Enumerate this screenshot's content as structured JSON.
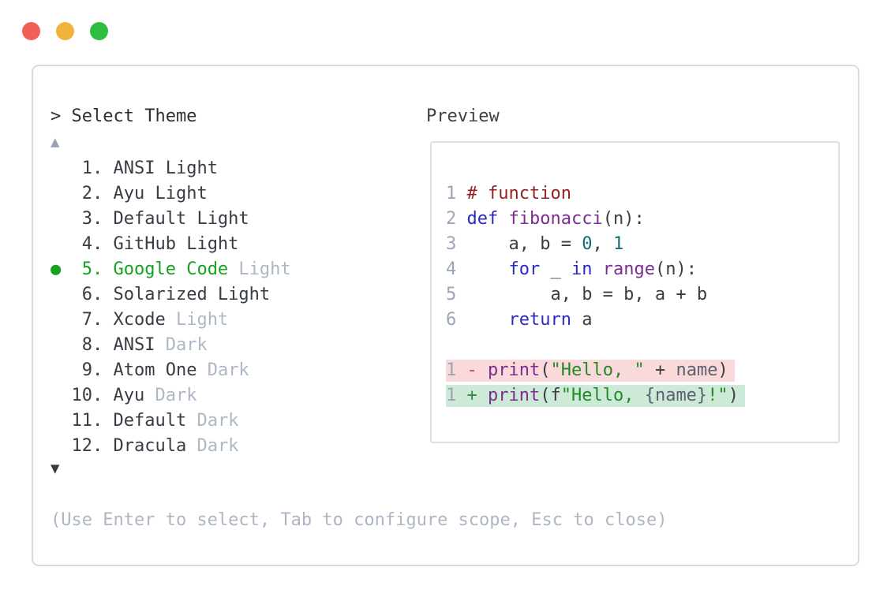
{
  "window": {
    "traffic_lights": [
      {
        "name": "close",
        "color": "#f15f57"
      },
      {
        "name": "minimize",
        "color": "#f1b43a"
      },
      {
        "name": "zoom",
        "color": "#2dbe41"
      }
    ]
  },
  "theme_picker": {
    "prompt": "> Select Theme",
    "scroll_up_indicator": "▲",
    "scroll_down_indicator": "▼",
    "selected_marker": "●",
    "selected_item": "Google Code Light",
    "items": [
      {
        "prefix": "   1. ",
        "label": "ANSI Light",
        "suffix": "",
        "selected": false
      },
      {
        "prefix": "   2. ",
        "label": "Ayu Light",
        "suffix": "",
        "selected": false
      },
      {
        "prefix": "   3. ",
        "label": "Default Light",
        "suffix": "",
        "selected": false
      },
      {
        "prefix": "   4. ",
        "label": "GitHub Light",
        "suffix": "",
        "selected": false
      },
      {
        "prefix": "●  5. ",
        "label": "Google Code",
        "suffix": " Light",
        "selected": true
      },
      {
        "prefix": "   6. ",
        "label": "Solarized Light",
        "suffix": "",
        "selected": false
      },
      {
        "prefix": "   7. ",
        "label": "Xcode",
        "suffix": " Light",
        "selected": false
      },
      {
        "prefix": "   8. ",
        "label": "ANSI",
        "suffix": " Dark",
        "selected": false
      },
      {
        "prefix": "   9. ",
        "label": "Atom One",
        "suffix": " Dark",
        "selected": false
      },
      {
        "prefix": "  10. ",
        "label": "Ayu",
        "suffix": " Dark",
        "selected": false
      },
      {
        "prefix": "  11. ",
        "label": "Default",
        "suffix": " Dark",
        "selected": false
      },
      {
        "prefix": "  12. ",
        "label": "Dracula",
        "suffix": " Dark",
        "selected": false
      }
    ],
    "hint": "(Use Enter to select, Tab to configure scope, Esc to close)"
  },
  "preview": {
    "label": "Preview",
    "code_lines": [
      {
        "tokens": [
          [
            "num",
            "1 "
          ],
          [
            "com",
            "# function"
          ]
        ]
      },
      {
        "tokens": [
          [
            "num",
            "2 "
          ],
          [
            "kwd",
            "def"
          ],
          [
            "pln",
            " "
          ],
          [
            "typ",
            "fibonacci"
          ],
          [
            "pln",
            "(n):"
          ]
        ]
      },
      {
        "tokens": [
          [
            "num",
            "3 "
          ],
          [
            "pln",
            "    a, b = "
          ],
          [
            "lit",
            "0"
          ],
          [
            "pln",
            ", "
          ],
          [
            "lit",
            "1"
          ]
        ]
      },
      {
        "tokens": [
          [
            "num",
            "4 "
          ],
          [
            "pln",
            "    "
          ],
          [
            "kwd",
            "for"
          ],
          [
            "pln",
            " _ "
          ],
          [
            "kwd",
            "in"
          ],
          [
            "pln",
            " "
          ],
          [
            "typ",
            "range"
          ],
          [
            "pln",
            "(n):"
          ]
        ]
      },
      {
        "tokens": [
          [
            "num",
            "5 "
          ],
          [
            "pln",
            "        a, b = b, a + b"
          ]
        ]
      },
      {
        "tokens": [
          [
            "num",
            "6 "
          ],
          [
            "pln",
            "    "
          ],
          [
            "kwd",
            "return"
          ],
          [
            "pln",
            " a"
          ]
        ]
      }
    ],
    "diff_lines": [
      {
        "change": "removed",
        "tokens": [
          [
            "num",
            "1 "
          ],
          [
            "minus",
            "- "
          ],
          [
            "typ",
            "print"
          ],
          [
            "pln",
            "("
          ],
          [
            "str",
            "\"Hello, \""
          ],
          [
            "pln",
            " + "
          ],
          [
            "var",
            "name"
          ],
          [
            "pln",
            ")"
          ]
        ]
      },
      {
        "change": "added",
        "tokens": [
          [
            "num",
            "1 "
          ],
          [
            "plus",
            "+ "
          ],
          [
            "typ",
            "print"
          ],
          [
            "pln",
            "(f"
          ],
          [
            "str",
            "\"Hello, "
          ],
          [
            "var",
            "{name}"
          ],
          [
            "str",
            "!\""
          ],
          [
            "pln",
            ")"
          ]
        ]
      }
    ]
  },
  "palette": {
    "selected_green": "#17a021",
    "muted_text": "#aeb7c6",
    "list_text": "#383d44",
    "line_number": "#9ba5b3",
    "comment": "#941f1f",
    "keyword": "#2a2ac4",
    "function_name": "#7c2d8e",
    "string": "#238a28",
    "literal": "#116d74",
    "diff_minus": "#c64747",
    "diff_plus": "#2f8a44",
    "diff_removed_bg": "#fad9db",
    "diff_added_bg": "#cde9d8",
    "panel_border": "#d6dae1"
  }
}
